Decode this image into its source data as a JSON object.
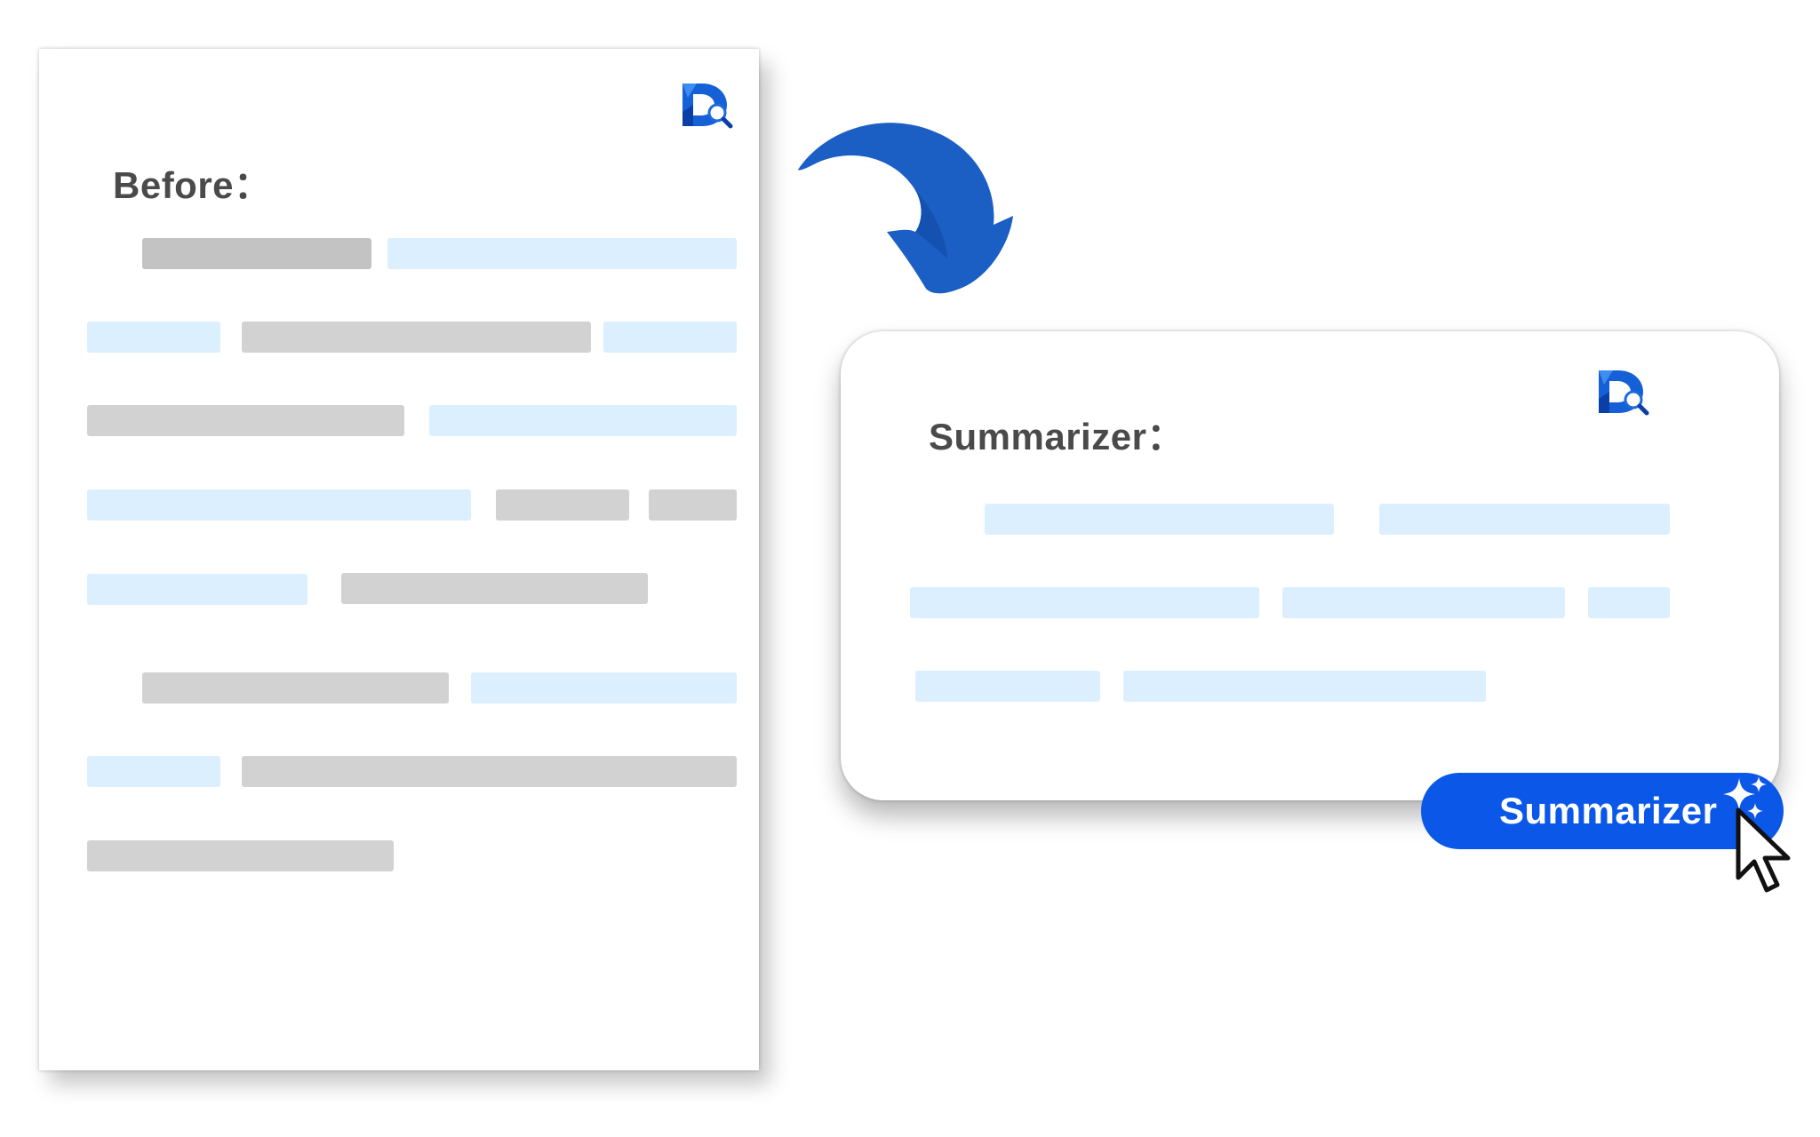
{
  "before": {
    "heading": "Before："
  },
  "summary": {
    "heading": "Summarizer："
  },
  "action": {
    "button_label": "Summarizer"
  },
  "colors": {
    "accent_blue": "#0a57e8",
    "arrow_blue": "#1b5fc4",
    "placeholder_gray": "#d2d2d2",
    "placeholder_blue": "#dcefff",
    "heading_text": "#4a4a4a"
  },
  "icons": {
    "logo": "d-magnifier-logo",
    "arrow": "curved-arrow-down-icon",
    "sparkle": "sparkle-icon",
    "cursor": "mouse-pointer-icon"
  }
}
